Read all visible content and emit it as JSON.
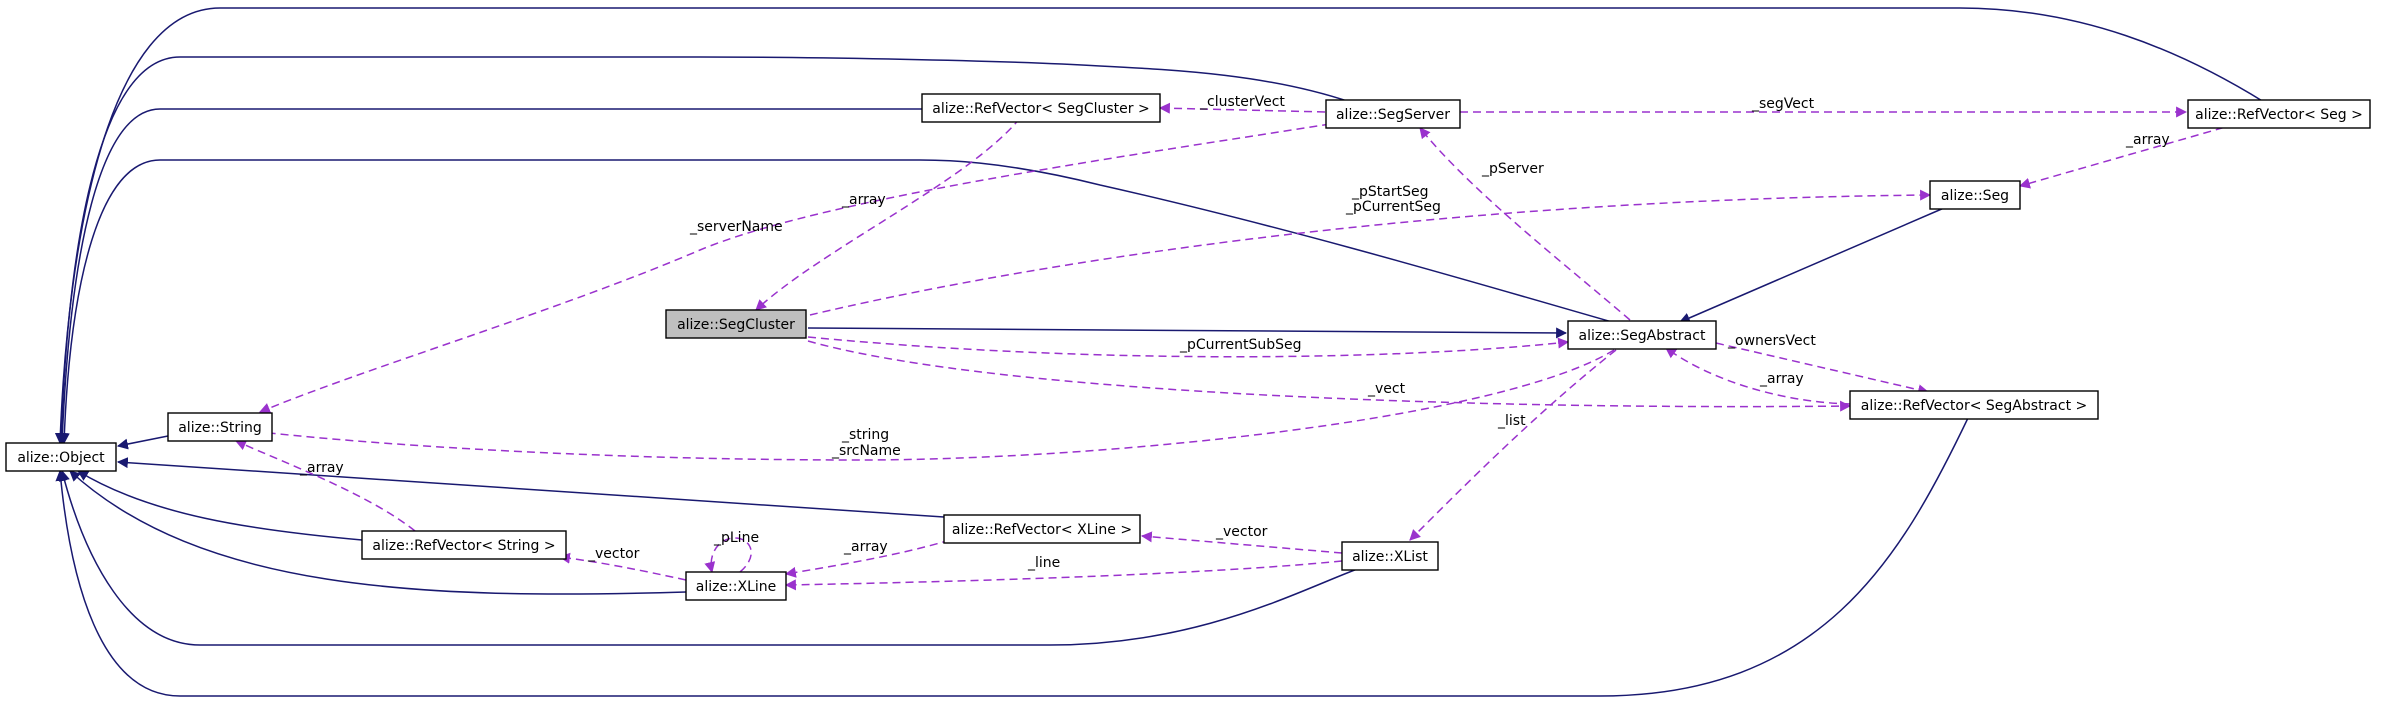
{
  "nodes": {
    "object": "alize::Object",
    "string": "alize::String",
    "refvector_string": "alize::RefVector< String >",
    "xline": "alize::XLine",
    "refvector_xline": "alize::RefVector< XLine >",
    "xlist": "alize::XList",
    "segcluster": "alize::SegCluster",
    "refvector_segcluster": "alize::RefVector< SegCluster >",
    "segserver": "alize::SegServer",
    "segabstract": "alize::SegAbstract",
    "seg": "alize::Seg",
    "refvector_seg": "alize::RefVector< Seg >",
    "refvector_segabstract": "alize::RefVector< SegAbstract >"
  },
  "edge_labels": {
    "cluster_vect": "_clusterVect",
    "seg_vect": "_segVect",
    "array_seg": "_array",
    "array_cluster": "_array",
    "server_name": "_serverName",
    "p_server": "_pServer",
    "p_start_seg": "_pStartSeg",
    "p_current_seg": "_pCurrentSeg",
    "p_current_sub_seg": "_pCurrentSubSeg",
    "owners_vect": "_ownersVect",
    "array_segabstract": "_array",
    "vect": "_vect",
    "string": "_string",
    "src_name": "_srcName",
    "list": "_list",
    "array_string": "_array",
    "p_line": "_pLine",
    "array_xline": "_array",
    "vector_string": "_vector",
    "vector_xline": "_vector",
    "line": "_line"
  },
  "colors": {
    "inheritance_edge": "#191970",
    "usage_edge": "#9a32cd",
    "highlight_node": "#bfbfbf"
  }
}
